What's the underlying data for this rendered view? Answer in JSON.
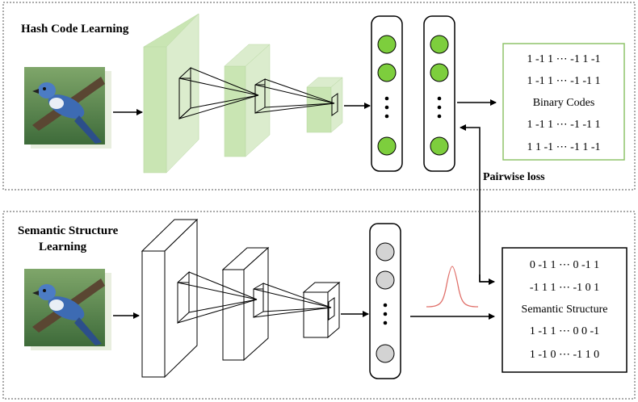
{
  "top_panel": {
    "title": "Hash Code Learning",
    "output_box": {
      "rows": [
        "1 -1 1 ⋯ -1 1 -1",
        "1 -1 1 ⋯ -1 -1 1",
        "1 -1 1 ⋯ -1 -1 1",
        "1 1 -1 ⋯ -1 1 -1"
      ],
      "label": "Binary Codes"
    },
    "accent_color": "#c9e5b3",
    "node_color": "#7dce3d"
  },
  "bottom_panel": {
    "title_line1": "Semantic Structure",
    "title_line2": "Learning",
    "output_box": {
      "rows": [
        "0 -1 1 ⋯ 0 -1 1",
        "-1 1 1 ⋯ -1 0 1",
        "1 -1 1 ⋯ 0 0 -1",
        "1 -1 0 ⋯ -1 1 0"
      ],
      "label": "Semantic Structure"
    },
    "node_color": "#d3d3d3",
    "gaussian_color": "#e0706a"
  },
  "connector": {
    "label": "Pairwise loss"
  },
  "icons": {
    "input_image": "blue-jay-bird-photo"
  }
}
